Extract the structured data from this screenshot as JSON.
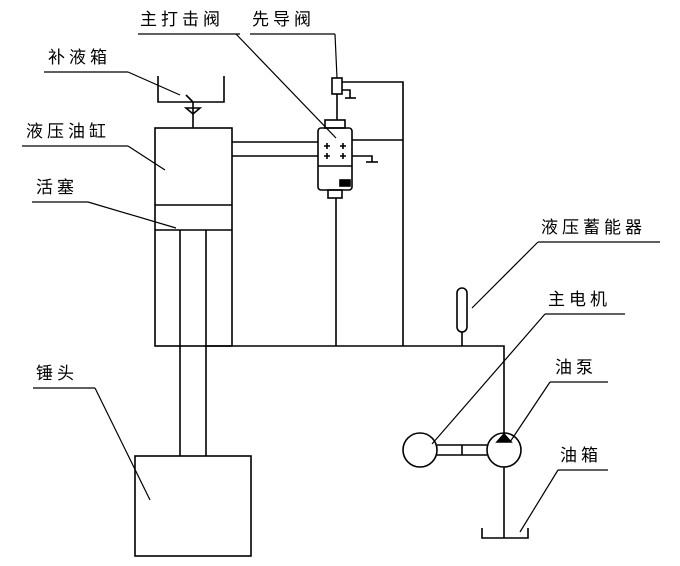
{
  "labels": {
    "main_valve": "主打击阀",
    "pilot_valve": "先导阀",
    "supply_tank": "补液箱",
    "cylinder": "液压油缸",
    "piston": "活塞",
    "accumulator": "液压蓄能器",
    "motor": "主电机",
    "hammer": "锤头",
    "pump": "油泵",
    "oil_tank": "油箱"
  },
  "colors": {
    "line": "#000000",
    "background": "#ffffff"
  }
}
